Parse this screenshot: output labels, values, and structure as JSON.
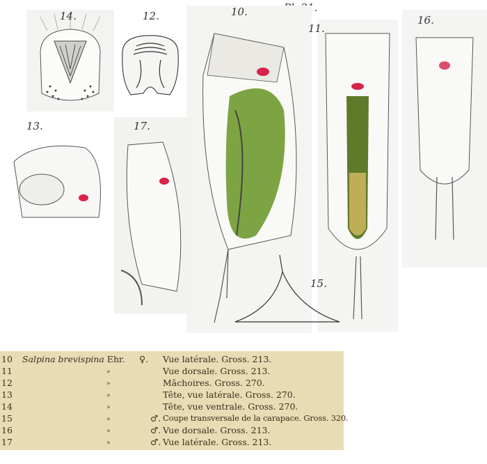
{
  "plate": {
    "label": "Pl. 21."
  },
  "figures": [
    {
      "id": "fig-14",
      "number": "14."
    },
    {
      "id": "fig-12",
      "number": "12."
    },
    {
      "id": "fig-10",
      "number": "10."
    },
    {
      "id": "fig-11",
      "number": "11."
    },
    {
      "id": "fig-16",
      "number": "16."
    },
    {
      "id": "fig-13",
      "number": "13."
    },
    {
      "id": "fig-17",
      "number": "17."
    },
    {
      "id": "fig-15",
      "number": "15."
    }
  ],
  "legend": {
    "rows": [
      {
        "num": "10",
        "species": "Salpina brevispina",
        "author": "Ehr.",
        "ditto": "",
        "sex": "♀.",
        "desc": "Vue latérale. Gross. 213."
      },
      {
        "num": "11",
        "species": "",
        "author": "",
        "ditto": "»",
        "sex": "",
        "desc": "Vue dorsale. Gross. 213."
      },
      {
        "num": "12",
        "species": "",
        "author": "",
        "ditto": "»",
        "sex": "",
        "desc": "Mâchoires. Gross. 270."
      },
      {
        "num": "13",
        "species": "",
        "author": "",
        "ditto": "»",
        "sex": "",
        "desc": "Tête, vue latérale. Gross. 270."
      },
      {
        "num": "14",
        "species": "",
        "author": "",
        "ditto": "»",
        "sex": "",
        "desc": "Tête, vue ventrale. Gross. 270."
      },
      {
        "num": "15",
        "species": "",
        "author": "",
        "ditto": "»",
        "sex": "♂.",
        "desc": "Coupe transversale de la carapace. Gross. 320."
      },
      {
        "num": "16",
        "species": "",
        "author": "",
        "ditto": "»",
        "sex": "♂.",
        "desc": "Vue dorsale. Gross. 213."
      },
      {
        "num": "17",
        "species": "",
        "author": "",
        "ditto": "»",
        "sex": "♂.",
        "desc": "Vue latérale. Gross. 213."
      }
    ]
  },
  "colors": {
    "ink": "#3a3a3a",
    "green": "#6f9a2e",
    "yellow": "#c9b45a",
    "red": "#d8234a",
    "legend_bg": "#e8dcb5"
  }
}
